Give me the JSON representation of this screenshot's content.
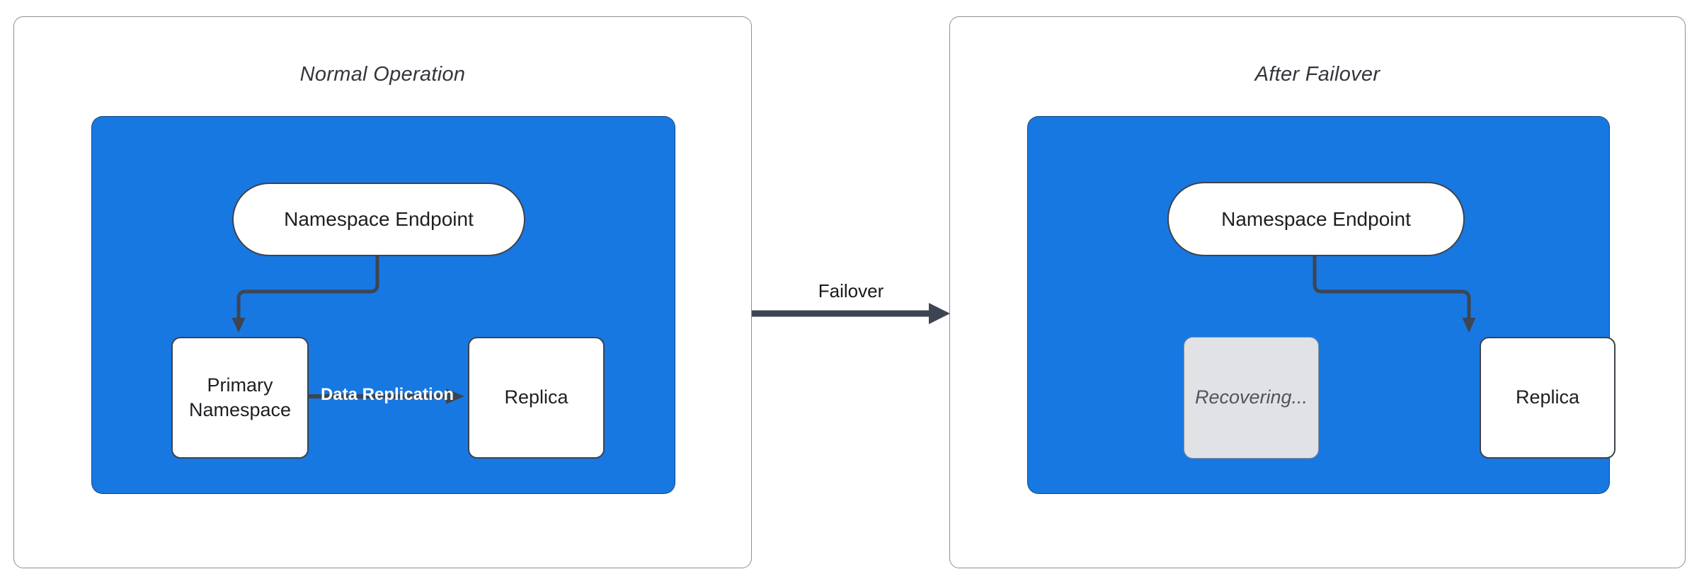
{
  "colors": {
    "container_fill": "#1778e2",
    "connector": "#3d4552",
    "node_border": "#3e434c",
    "panel_border": "#8e9094",
    "recovering_fill": "#e1e2e6",
    "edge_label_text": "#ffffff"
  },
  "panels": [
    {
      "title": "Normal Operation",
      "endpoint": "Namespace Endpoint",
      "nodes": {
        "left": "Primary Namespace",
        "right": "Replica"
      },
      "edge_label": "Data Replication"
    },
    {
      "title": "After Failover",
      "endpoint": "Namespace Endpoint",
      "nodes": {
        "left": "Recovering...",
        "right": "Replica"
      }
    }
  ],
  "transition": {
    "label": "Failover"
  }
}
